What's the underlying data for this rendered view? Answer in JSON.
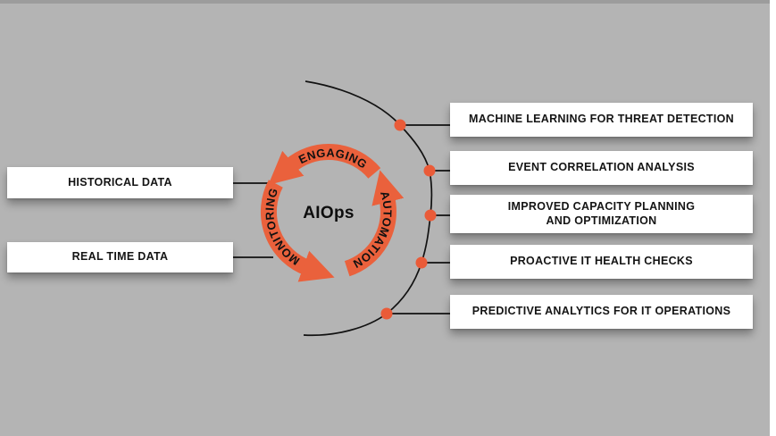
{
  "palette": {
    "background": "#b4b4b4",
    "accent": "#ea613c",
    "dot": "#ea5b38",
    "line": "#111111",
    "box_background": "#ffffff",
    "box_text": "#141414"
  },
  "center": {
    "title": "AIOps",
    "cycle_labels": [
      "ENGAGING",
      "MONITORING",
      "AUTOMATION"
    ]
  },
  "left_boxes": [
    {
      "label": "HISTORICAL DATA"
    },
    {
      "label": "REAL TIME DATA"
    }
  ],
  "right_boxes": [
    {
      "label": "MACHINE LEARNING FOR THREAT DETECTION"
    },
    {
      "label": "EVENT CORRELATION ANALYSIS"
    },
    {
      "label": "IMPROVED CAPACITY PLANNING\nAND OPTIMIZATION"
    },
    {
      "label": "PROACTIVE IT HEALTH CHECKS"
    },
    {
      "label": "PREDICTIVE ANALYTICS FOR IT OPERATIONS"
    }
  ]
}
